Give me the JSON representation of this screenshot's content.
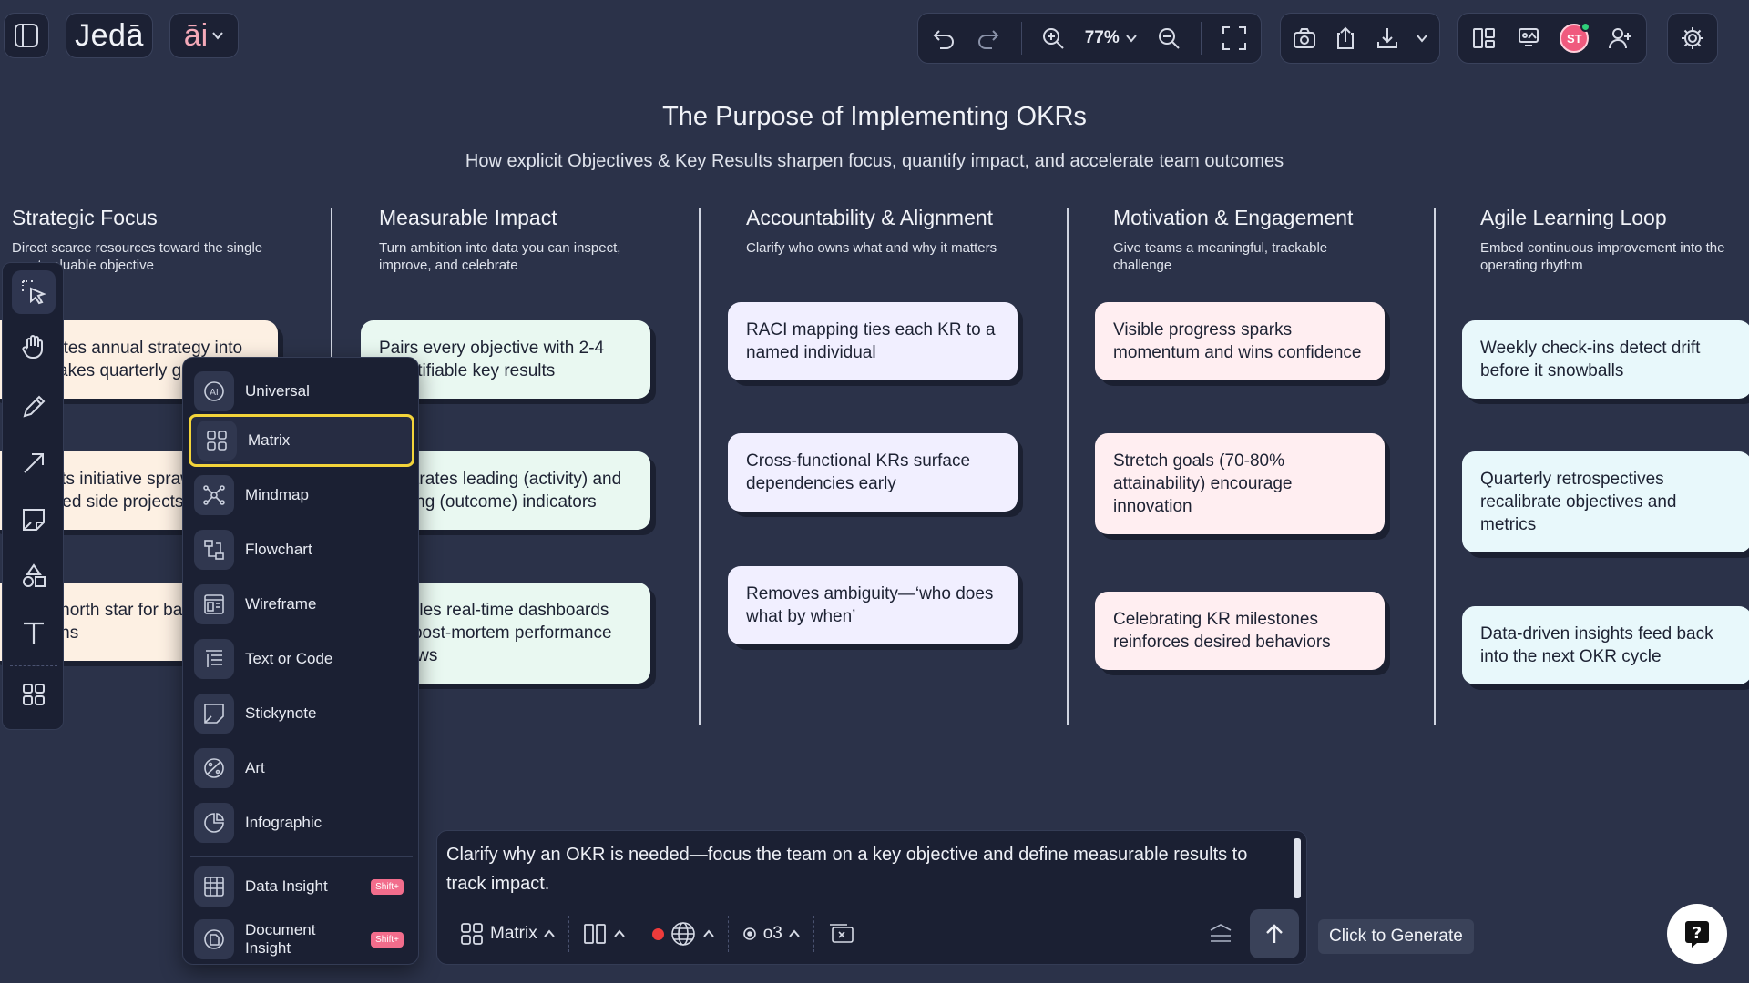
{
  "app": {
    "logo": "Jedā",
    "ai_label": "āi"
  },
  "toolbar": {
    "zoom": "77%"
  },
  "user": {
    "initials": "ST"
  },
  "heading": {
    "title": "The Purpose of Implementing OKRs",
    "subtitle": "How explicit Objectives & Key Results sharpen focus, quantify impact, and accelerate team outcomes"
  },
  "columns": [
    {
      "title": "Strategic Focus",
      "desc": "Direct scarce resources toward the single most valuable objective",
      "cards": [
        "Translates annual strategy into high-stakes quarterly goals",
        "Prevents initiative sprawl and unaligned side projects",
        "Sets a north star for backlog decisions"
      ]
    },
    {
      "title": "Measurable Impact",
      "desc": "Turn ambition into data you can inspect, improve, and celebrate",
      "cards": [
        "Pairs every objective with 2-4 quantifiable key results",
        "Separates leading (activity) and lagging (outcome) indicators",
        "Enables real-time dashboards and post-mortem performance reviews"
      ]
    },
    {
      "title": "Accountability & Alignment",
      "desc": "Clarify who owns what and why it matters",
      "cards": [
        "RACI mapping ties each KR to a named individual",
        "Cross-functional KRs surface dependencies early",
        "Removes ambiguity—‘who does what by when’"
      ]
    },
    {
      "title": "Motivation & Engagement",
      "desc": "Give teams a meaningful, trackable challenge",
      "cards": [
        "Visible progress sparks momentum and wins confidence",
        "Stretch goals (70-80% attainability) encourage innovation",
        "Celebrating KR milestones reinforces desired behaviors"
      ]
    },
    {
      "title": "Agile Learning Loop",
      "desc": "Embed continuous improvement into the operating rhythm",
      "cards": [
        "Weekly check-ins detect drift before it snowballs",
        "Quarterly retrospectives recalibrate objectives and metrics",
        "Data-driven insights feed back into the next OKR cycle"
      ]
    }
  ],
  "menu": {
    "items": [
      {
        "label": "Universal",
        "icon": "ai-icon"
      },
      {
        "label": "Matrix",
        "icon": "matrix-icon",
        "selected": true
      },
      {
        "label": "Mindmap",
        "icon": "mindmap-icon"
      },
      {
        "label": "Flowchart",
        "icon": "flowchart-icon"
      },
      {
        "label": "Wireframe",
        "icon": "wireframe-icon"
      },
      {
        "label": "Text or Code",
        "icon": "text-code-icon"
      },
      {
        "label": "Stickynote",
        "icon": "stickynote-icon"
      },
      {
        "label": "Art",
        "icon": "art-icon"
      },
      {
        "label": "Infographic",
        "icon": "infographic-icon"
      }
    ],
    "extra_items": [
      {
        "label": "Data Insight",
        "icon": "data-insight-icon",
        "badge": "Shift+"
      },
      {
        "label": "Document Insight",
        "icon": "document-insight-icon",
        "badge": "Shift+"
      }
    ]
  },
  "prompt": {
    "text": "Clarify why an OKR is needed—focus the team on a key objective and define measurable results to track impact.",
    "type_label": "Matrix",
    "model_label": "o3"
  },
  "tooltip": {
    "generate": "Click to Generate"
  },
  "help": {
    "label": "?"
  },
  "colors": {
    "accent_selected": "#f3d43a",
    "background": "#2b3249",
    "panel": "#1b2033"
  }
}
